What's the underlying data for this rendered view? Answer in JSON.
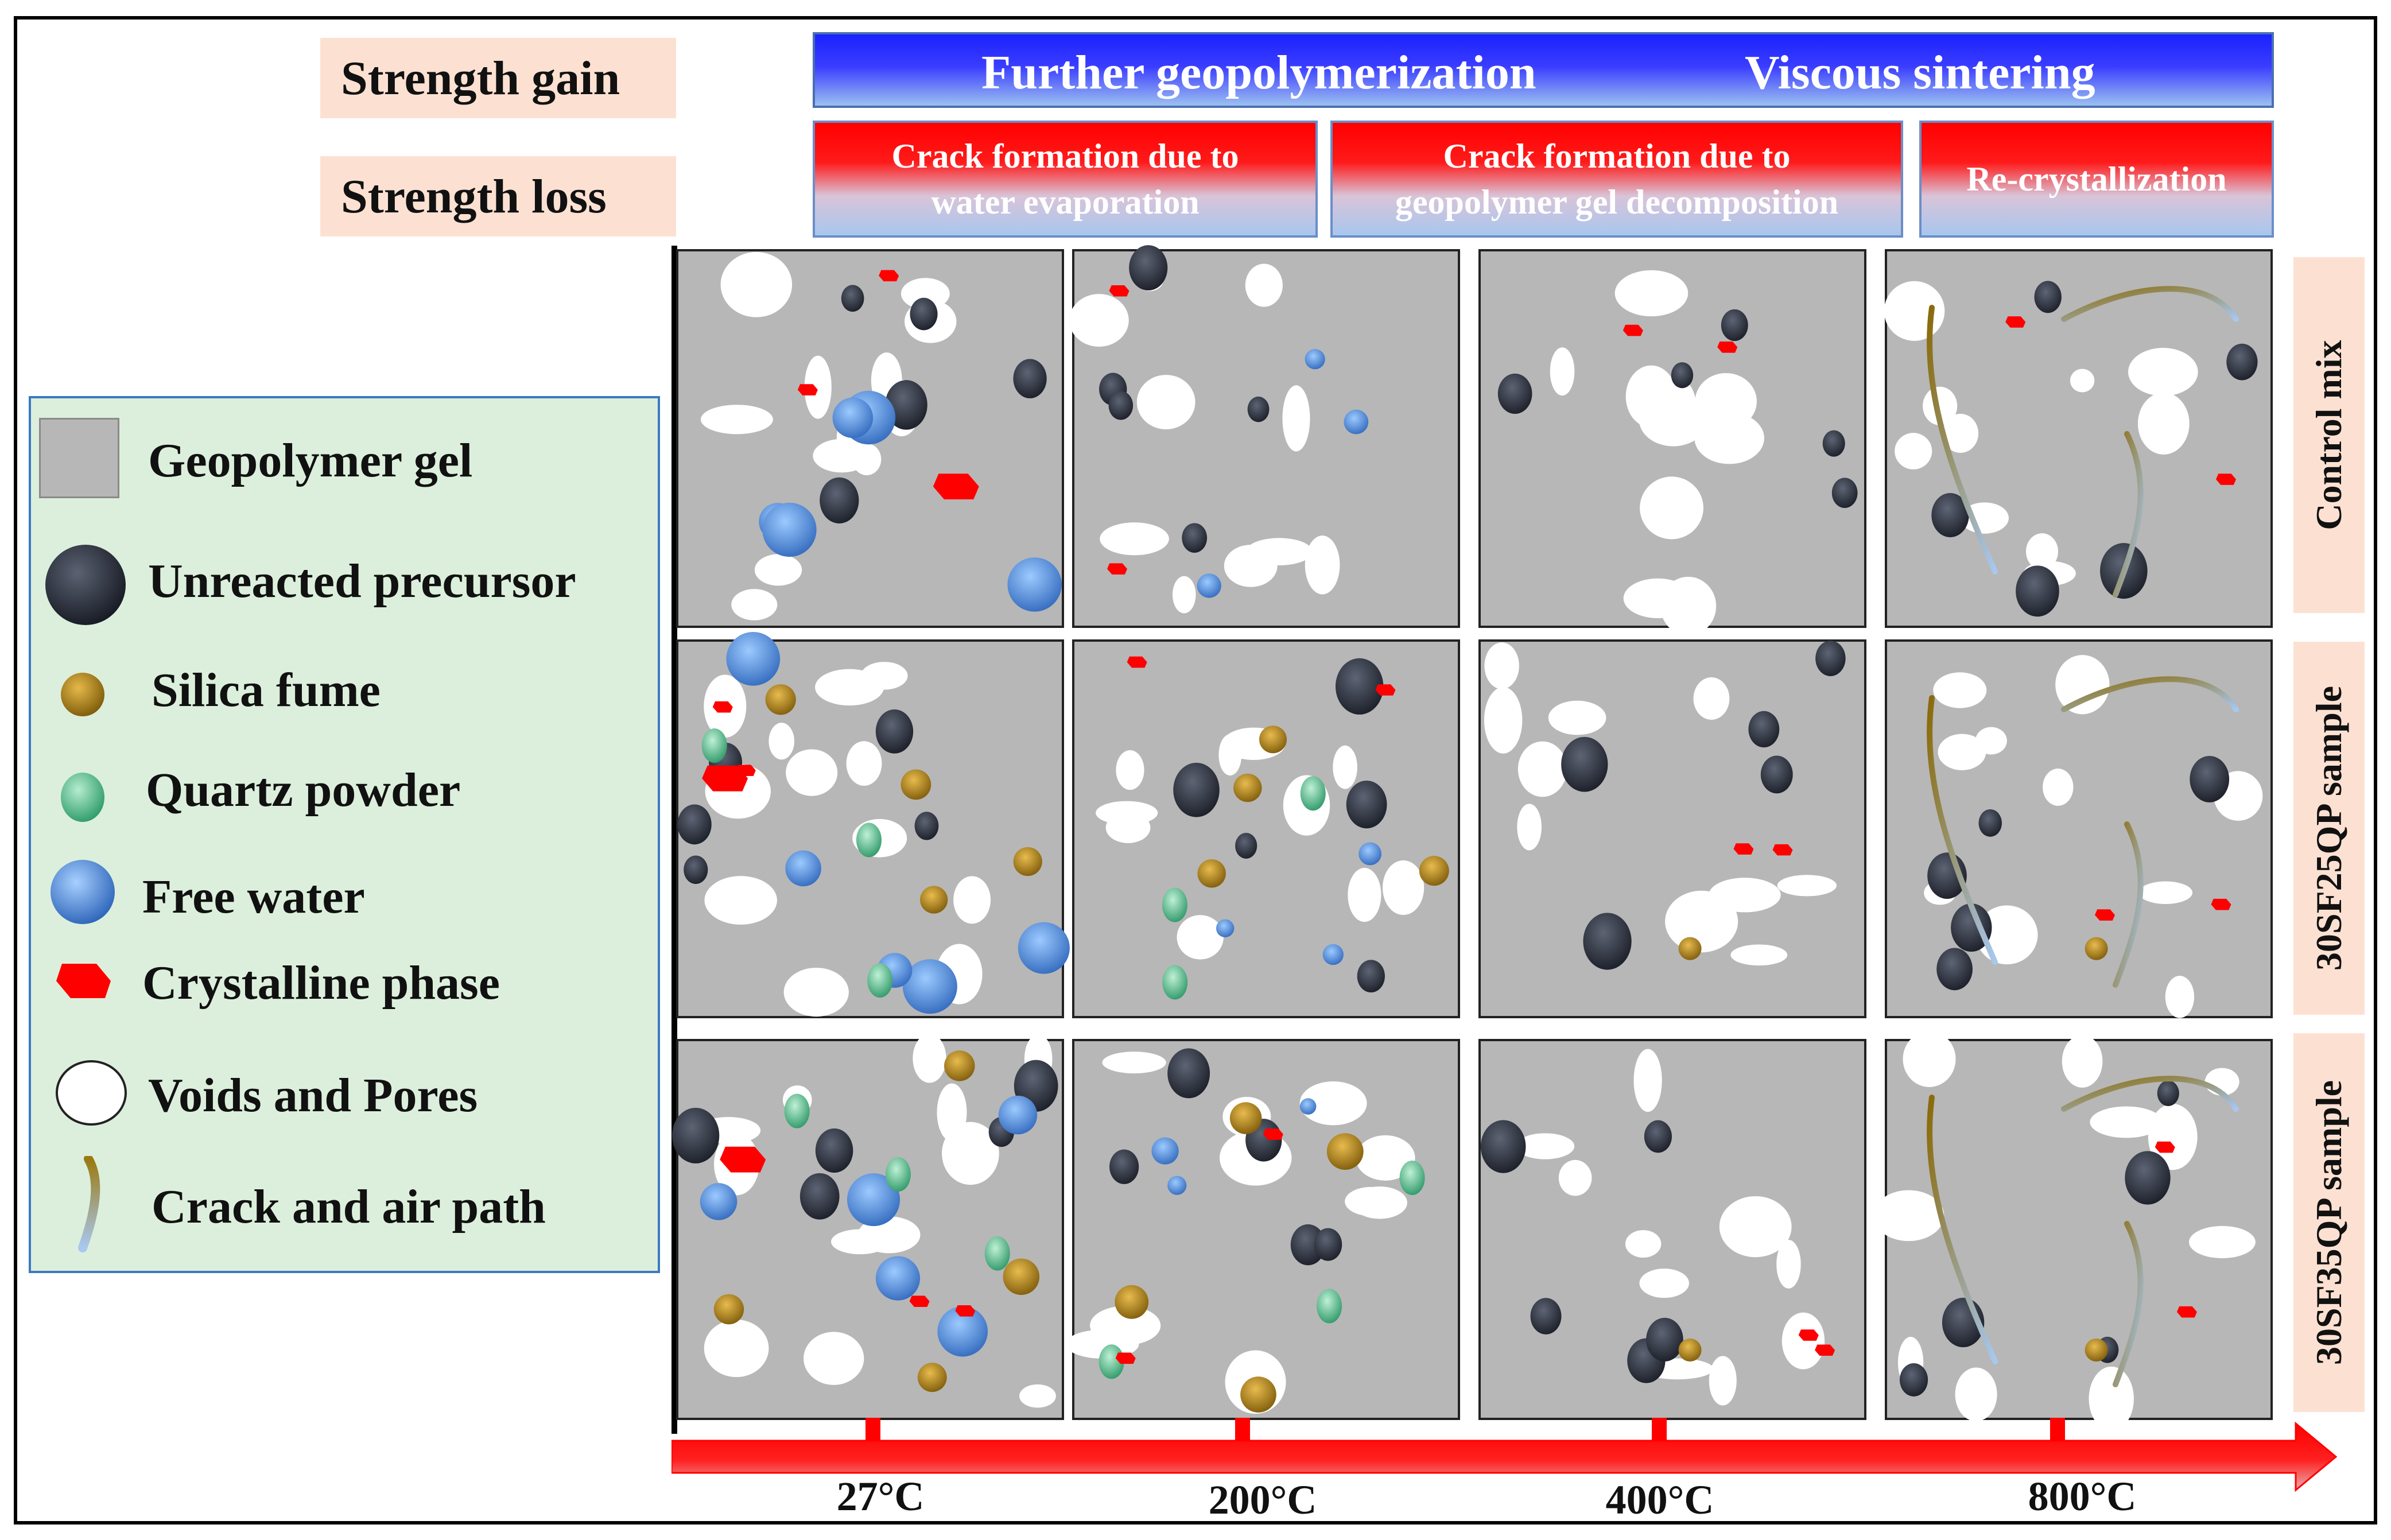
{
  "labels": {
    "strength_gain": "Strength gain",
    "strength_loss": "Strength loss"
  },
  "gain_bar": {
    "left_text": "Further geopolymerization",
    "right_text": "Viscous sintering"
  },
  "loss_boxes": [
    {
      "line1": "Crack formation due to",
      "line2": "water evaporation"
    },
    {
      "line1": "Crack formation due to",
      "line2": "geopolymer gel decomposition"
    },
    {
      "line1": "Re-crystallization",
      "line2": ""
    }
  ],
  "legend": [
    {
      "icon": "gray-square-icon",
      "label": "Geopolymer gel"
    },
    {
      "icon": "dark-sphere-icon",
      "label": "Unreacted precursor"
    },
    {
      "icon": "gold-sphere-icon",
      "label": "Silica fume"
    },
    {
      "icon": "green-sphere-icon",
      "label": "Quartz powder"
    },
    {
      "icon": "blue-sphere-icon",
      "label": "Free water"
    },
    {
      "icon": "red-hexagon-icon",
      "label": "Crystalline phase"
    },
    {
      "icon": "white-circle-icon",
      "label": "Voids and Pores"
    },
    {
      "icon": "crack-path-icon",
      "label": "Crack and air path"
    }
  ],
  "rows": [
    "Control mix",
    "30SF25QP sample",
    "30SF35QP sample"
  ],
  "temperatures": [
    "27°C",
    "200°C",
    "400°C",
    "800°C"
  ],
  "colors": {
    "gel": "#b7b7b7",
    "precursor": "#2a2f3b",
    "silica_fume": "#b8860b",
    "quartz": "#3fae7a",
    "water": "#4a86d8",
    "crystal": "#ff0000",
    "arrow": "#ff0000",
    "legend_bg": "#dcefdc",
    "label_bg": "#fce1d2"
  }
}
